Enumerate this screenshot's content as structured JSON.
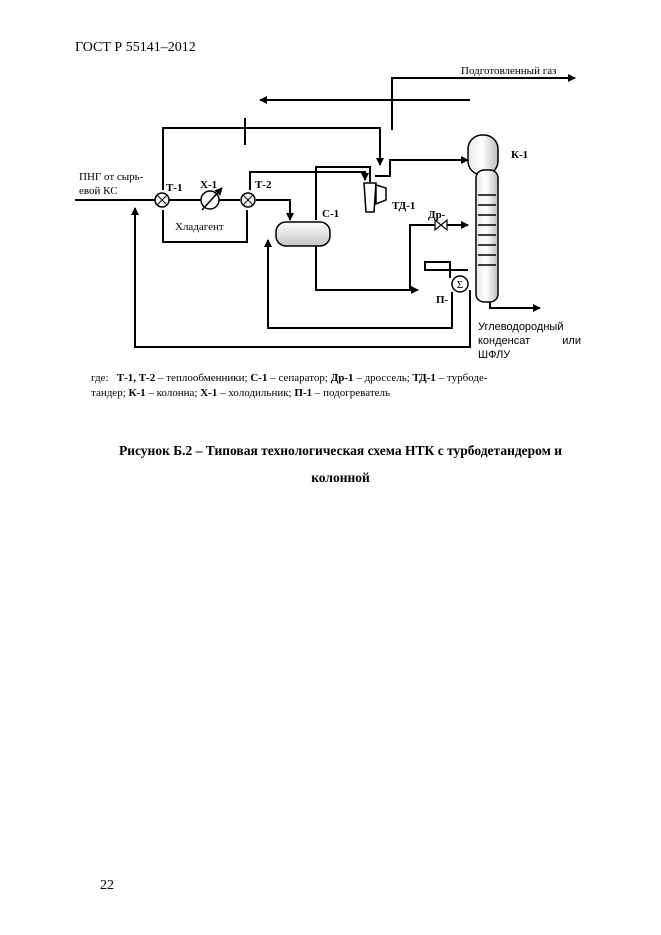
{
  "header": {
    "standard": "ГОСТ Р 55141–2012"
  },
  "diagram": {
    "labels": {
      "feed_line1": "ПНГ от сырь-",
      "feed_line2": "евой КС",
      "prepared_gas": "Подготовленный газ",
      "t1": "Т-1",
      "x1": "Х-1",
      "t2": "Т-2",
      "refrigerant": "Хладагент",
      "c1": "С-1",
      "td1": "ТД-1",
      "dr": "Др-",
      "k1": "К-1",
      "p": "П-",
      "condensate_line1": "Углеводородный",
      "condensate_line2a": "конденсат",
      "condensate_line2b": "или",
      "condensate_line3": "ШФЛУ"
    },
    "legend": {
      "prefix": "где:",
      "t_codes": "Т-1, Т-2",
      "t_text": " – теплообменники;",
      "c_code": "С-1",
      "c_text": " – сепаратор;",
      "dr_code": "Др-1",
      "dr_text": " – дроссель;",
      "td_code": "ТД-1",
      "td_text": " – турбоде-",
      "td_text2": "тандер;",
      "k_code": "К-1",
      "k_text": " – колонна;",
      "x_code": "Х-1",
      "x_text": " – холодильник;",
      "p_code": "П-1",
      "p_text": " – подогреватель"
    }
  },
  "caption": {
    "line1": "Рисунок Б.2 – Типовая технологическая схема НТК с турбодетандером и",
    "line2": "колонной"
  },
  "page_number": "22"
}
